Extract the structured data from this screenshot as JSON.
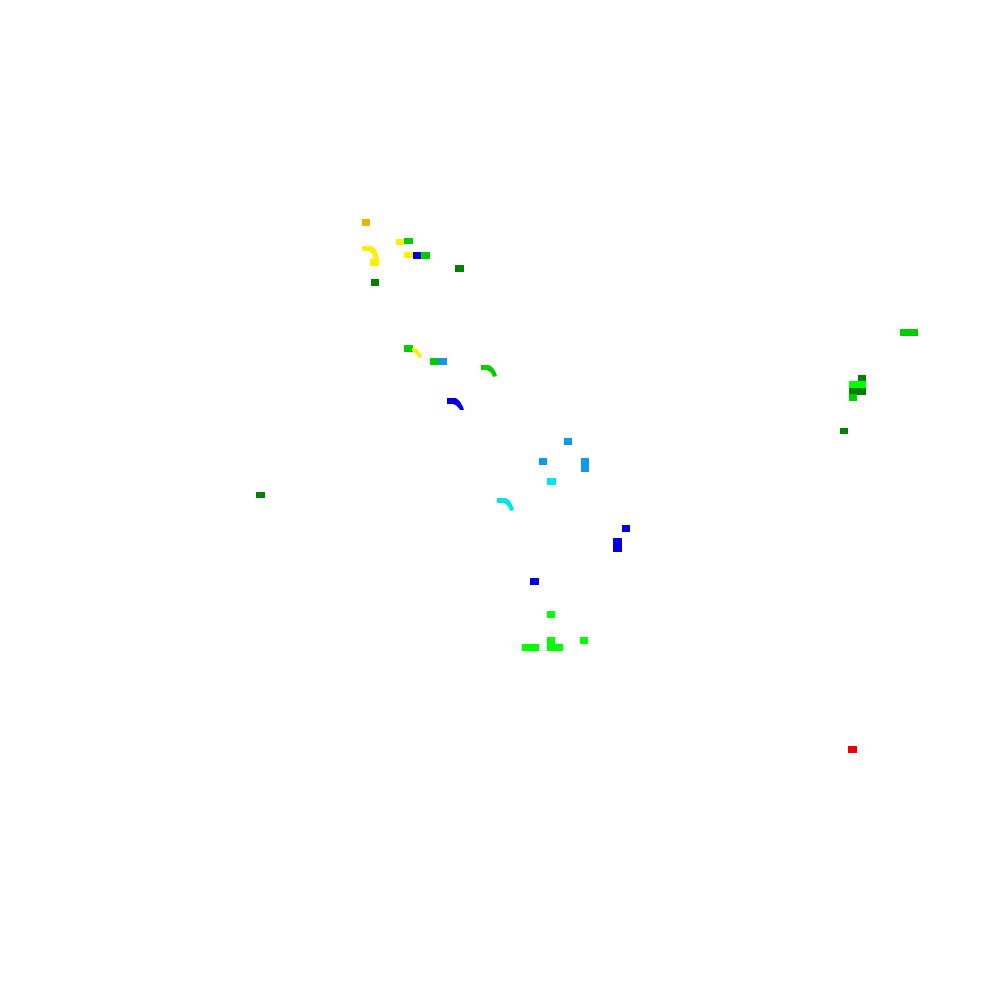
{
  "background_color": "#ffffff",
  "palette": {
    "gold": "#e8b400",
    "yellow": "#ffee00",
    "green": "#00cc00",
    "bright_green": "#00ff00",
    "dark_green": "#008000",
    "blue": "#0000dd",
    "sky_blue": "#1199e6",
    "cyan": "#00e6ee",
    "red": "#ee0000"
  },
  "fragments": [
    {
      "kind": "rect",
      "color": "gold"
    },
    {
      "kind": "rect",
      "color": "yellow"
    },
    {
      "kind": "rect",
      "color": "green"
    },
    {
      "kind": "arc",
      "color": "yellow"
    },
    {
      "kind": "rect",
      "color": "yellow"
    },
    {
      "kind": "rect",
      "color": "yellow"
    },
    {
      "kind": "rect",
      "color": "blue"
    },
    {
      "kind": "rect",
      "color": "green"
    },
    {
      "kind": "rect",
      "color": "dark_green"
    },
    {
      "kind": "rect",
      "color": "dark_green"
    },
    {
      "kind": "rect",
      "color": "green"
    },
    {
      "kind": "arc",
      "color": "yellow"
    },
    {
      "kind": "rect",
      "color": "green"
    },
    {
      "kind": "rect",
      "color": "sky_blue"
    },
    {
      "kind": "arc",
      "color": "green"
    },
    {
      "kind": "arc",
      "color": "blue"
    },
    {
      "kind": "rect",
      "color": "green"
    },
    {
      "kind": "rect",
      "color": "dark_green"
    },
    {
      "kind": "rect",
      "color": "bright_green"
    },
    {
      "kind": "rect",
      "color": "dark_green"
    },
    {
      "kind": "rect",
      "color": "green"
    },
    {
      "kind": "rect",
      "color": "dark_green"
    },
    {
      "kind": "rect",
      "color": "sky_blue"
    },
    {
      "kind": "rect",
      "color": "sky_blue"
    },
    {
      "kind": "rect",
      "color": "sky_blue"
    },
    {
      "kind": "rect",
      "color": "cyan"
    },
    {
      "kind": "arc",
      "color": "cyan"
    },
    {
      "kind": "rect",
      "color": "dark_green"
    },
    {
      "kind": "rect",
      "color": "blue"
    },
    {
      "kind": "rect",
      "color": "blue"
    },
    {
      "kind": "rect",
      "color": "blue"
    },
    {
      "kind": "rect",
      "color": "bright_green"
    },
    {
      "kind": "rect",
      "color": "bright_green"
    },
    {
      "kind": "rect",
      "color": "bright_green"
    },
    {
      "kind": "rect",
      "color": "bright_green"
    },
    {
      "kind": "rect",
      "color": "bright_green"
    },
    {
      "kind": "rect",
      "color": "red"
    }
  ]
}
